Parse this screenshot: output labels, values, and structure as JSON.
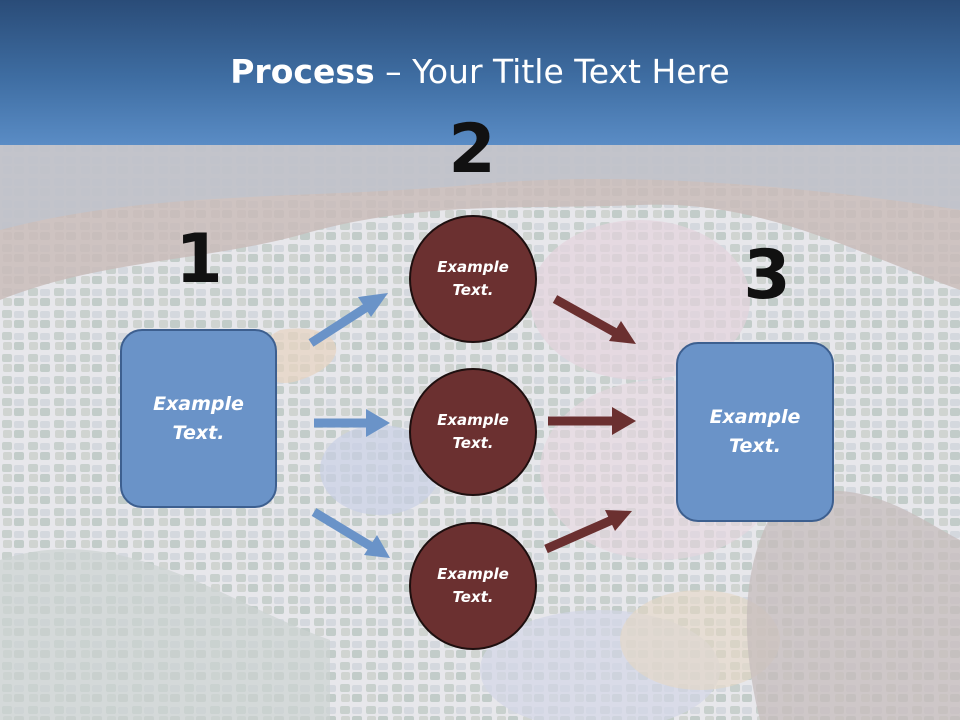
{
  "title": {
    "strong": "Process",
    "rest": " – Your Title Text Here"
  },
  "steps": {
    "one": "1",
    "two": "2",
    "three": "3"
  },
  "left_box": {
    "text": "Example\nText."
  },
  "circles": [
    {
      "text": "Example\nText."
    },
    {
      "text": "Example\nText."
    },
    {
      "text": "Example\nText."
    }
  ],
  "right_box": {
    "text": "Example\nText."
  },
  "colors": {
    "box_fill": "#6a93c8",
    "circle_fill": "#6b3030",
    "blue_arrow": "#6a93c8",
    "red_arrow": "#6b3030"
  }
}
